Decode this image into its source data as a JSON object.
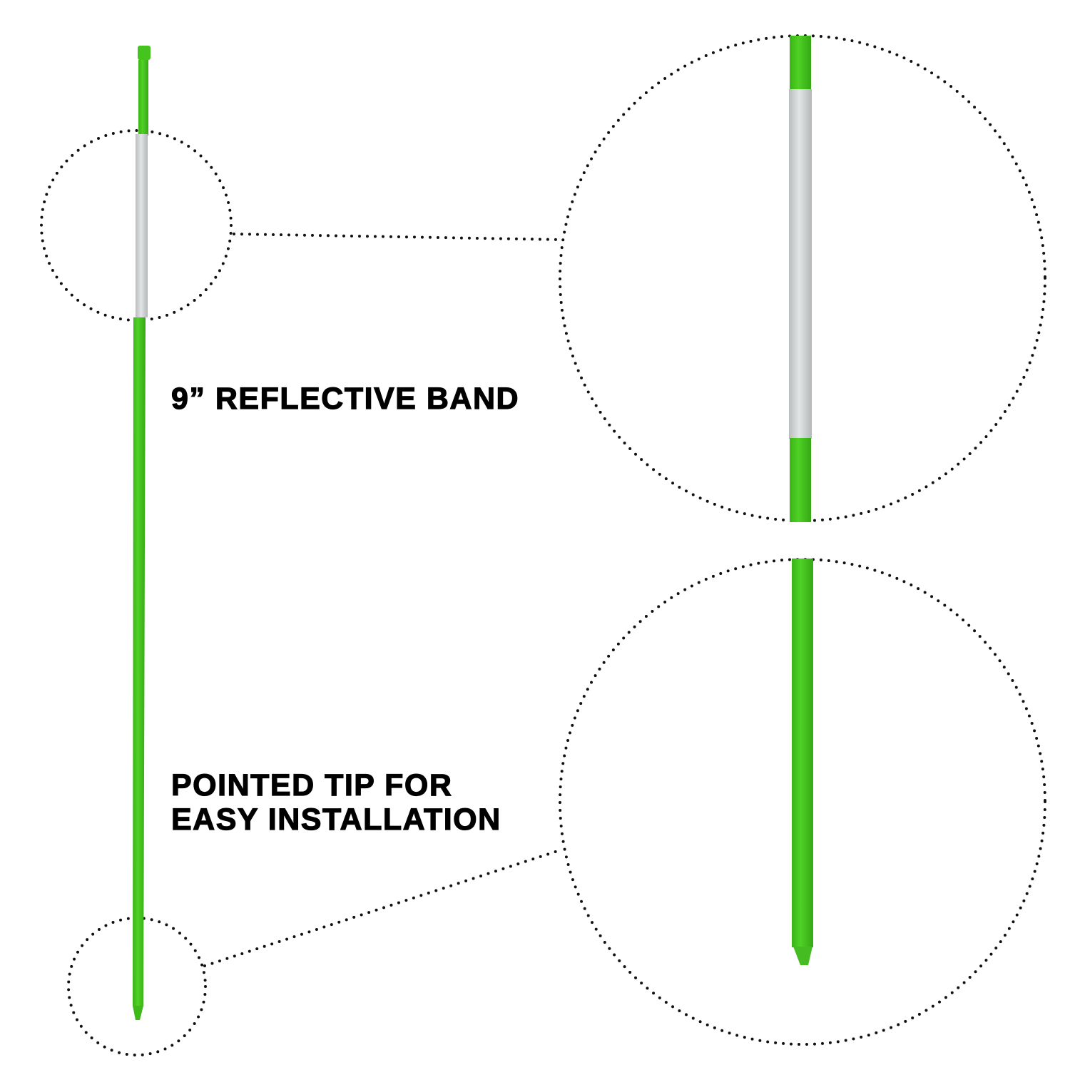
{
  "callouts": {
    "reflective_band": "9” REFLECTIVE BAND",
    "pointed_tip_line1": "POINTED TIP FOR",
    "pointed_tip_line2": "EASY INSTALLATION"
  },
  "colors": {
    "pole_green": "#45c41e",
    "pole_green_dark": "#35a814",
    "reflective_silver": "#cdd1d1",
    "dots": "#111111"
  }
}
